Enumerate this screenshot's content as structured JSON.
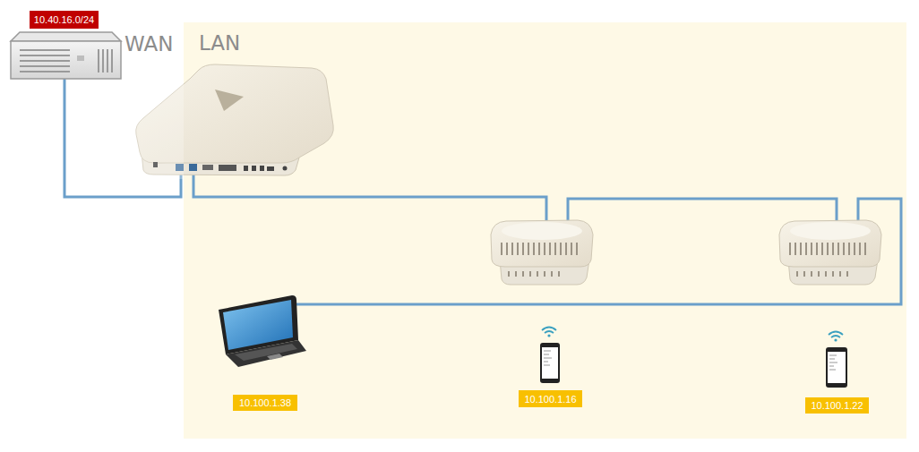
{
  "diagram": {
    "nodes": [
      {
        "text": [
          "10.40.16.0/24"
        ]
      },
      {
        "text": [
          "LAN"
        ]
      },
      {
        "text": [
          "10.100.1.38"
        ],
        "in": 1
      },
      {
        "text": [
          "10.100.1.16"
        ],
        "in": 1
      },
      {
        "text": [
          "10.100.1.22"
        ],
        "in": 1
      }
    ],
    "labels": [
      "WAN"
    ]
  }
}
